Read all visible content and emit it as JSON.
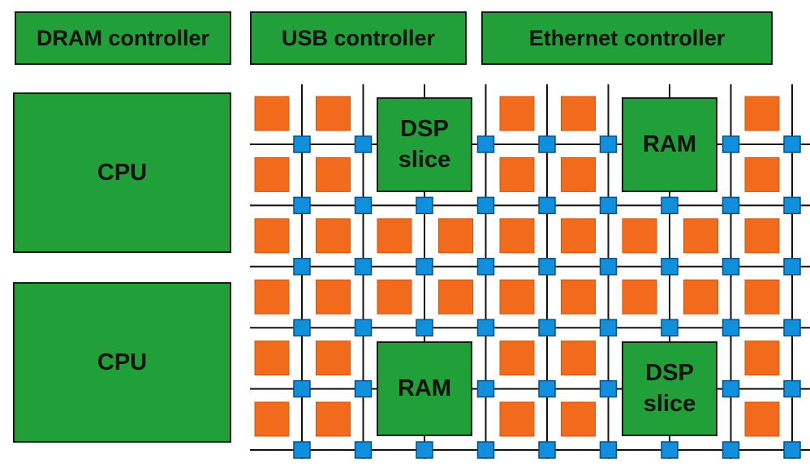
{
  "colors": {
    "block_fill": "#21a03a",
    "logic_cell": "#f26b1d",
    "switch_box": "#0f8fdc",
    "wire": "#111111",
    "outline": "#1a1a1a"
  },
  "controllers": {
    "dram": "DRAM controller",
    "usb": "USB controller",
    "ethernet": "Ethernet controller"
  },
  "cpus": [
    "CPU",
    "CPU"
  ],
  "fabric_blocks": [
    {
      "label": "DSP\nslice",
      "kind": "dsp"
    },
    {
      "label": "RAM",
      "kind": "ram"
    },
    {
      "label": "RAM",
      "kind": "ram"
    },
    {
      "label": "DSP\nslice",
      "kind": "dsp"
    }
  ],
  "grid": {
    "columns": 9,
    "rows": 6
  }
}
